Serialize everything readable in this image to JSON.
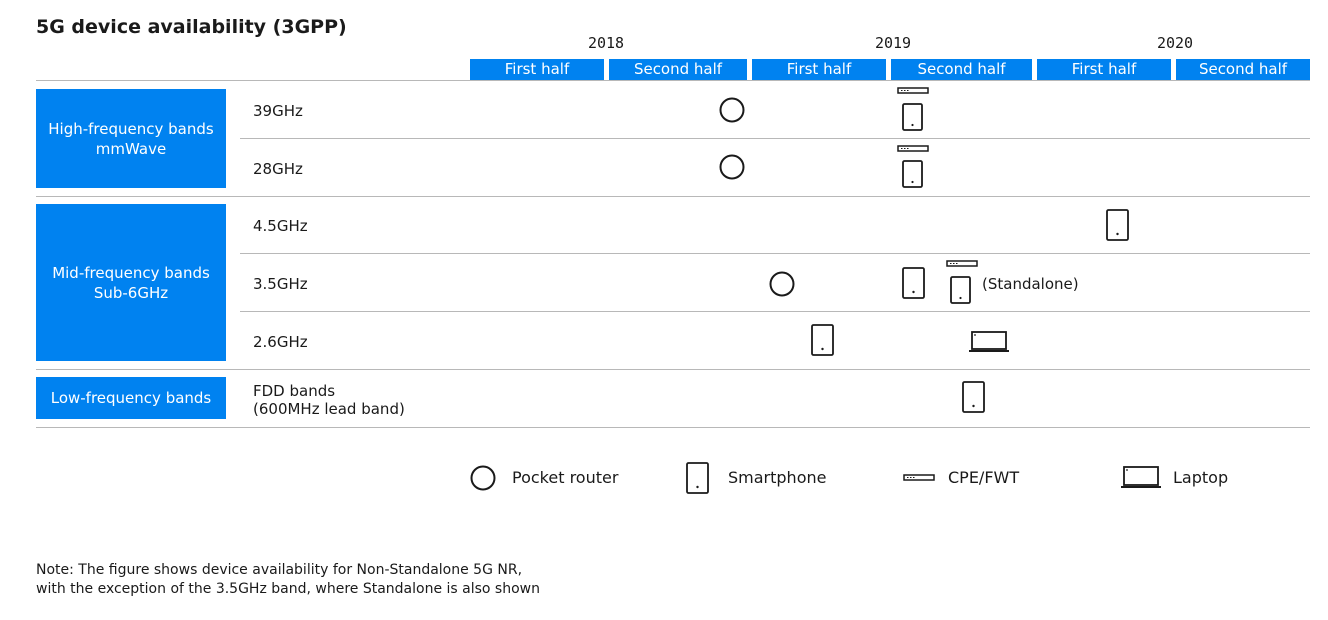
{
  "title": "5G device availability (3GPP)",
  "years": [
    "2018",
    "2019",
    "2020"
  ],
  "halves": [
    "First half",
    "Second half",
    "First half",
    "Second half",
    "First half",
    "Second half"
  ],
  "bands": [
    {
      "lines": [
        "High-frequency bands",
        "mmWave"
      ]
    },
    {
      "lines": [
        "Mid-frequency bands",
        "Sub-6GHz"
      ]
    },
    {
      "lines": [
        "Low-frequency bands"
      ]
    }
  ],
  "rows": [
    {
      "lines": [
        "39GHz"
      ]
    },
    {
      "lines": [
        "28GHz"
      ]
    },
    {
      "lines": [
        "4.5GHz"
      ]
    },
    {
      "lines": [
        "3.5GHz"
      ]
    },
    {
      "lines": [
        "2.6GHz"
      ]
    },
    {
      "lines": [
        "FDD bands",
        "(600MHz lead band)"
      ]
    }
  ],
  "annotations": {
    "standalone": "(Standalone)"
  },
  "legend": {
    "pocket_router": "Pocket router",
    "smartphone": "Smartphone",
    "cpe": "CPE/FWT",
    "laptop": "Laptop"
  },
  "icons": {
    "pocket_router": "circle-outline-icon",
    "smartphone": "smartphone-icon",
    "cpe": "cpe-bar-icon",
    "laptop": "laptop-icon"
  },
  "colors": {
    "accent": "#0082f0",
    "rule": "#b8b8b8",
    "text": "#1a1a1a"
  },
  "note": {
    "line1": "Note: The figure shows device availability for Non-Standalone 5G NR,",
    "line2": "with the exception of the 3.5GHz band, where Standalone is also shown"
  }
}
